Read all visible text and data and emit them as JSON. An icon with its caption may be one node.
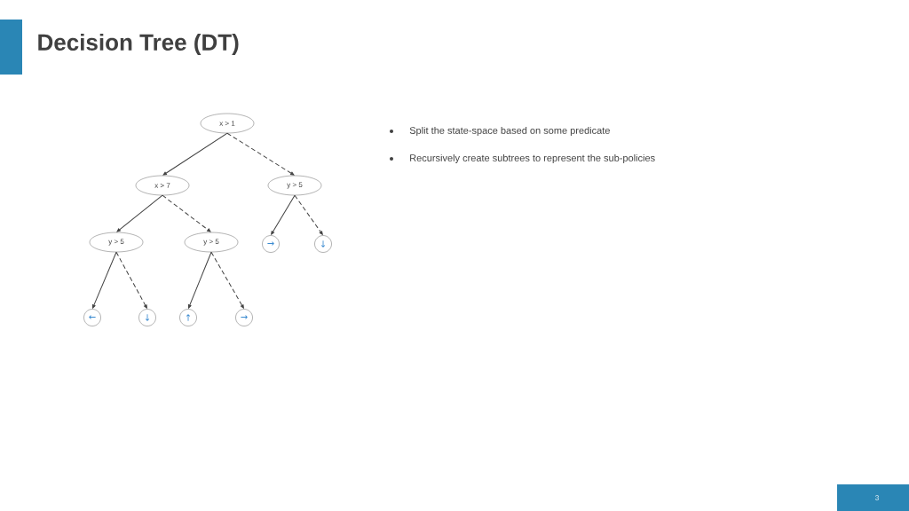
{
  "diagram": {
    "title": "Decision Tree (DT)",
    "nodes": [
      {
        "text": [
          "x > 1"
        ]
      },
      {
        "text": [
          "x > 7"
        ]
      },
      {
        "text": [
          "y > 5"
        ]
      },
      {
        "text": [
          "y > 5"
        ]
      },
      {
        "text": [
          "y > 5"
        ]
      },
      {
        "text": [
          "→"
        ]
      },
      {
        "text": [
          "↓"
        ]
      },
      {
        "text": [
          "←"
        ]
      },
      {
        "text": [
          "↓"
        ]
      },
      {
        "text": [
          "↑"
        ]
      },
      {
        "text": [
          "→"
        ]
      }
    ],
    "edges": [
      {
        "from": 0,
        "to": 1,
        "arrow": "to"
      },
      {
        "from": 0,
        "to": 2,
        "arrow": "to",
        "style": "dashed"
      },
      {
        "from": 1,
        "to": 3,
        "arrow": "to"
      },
      {
        "from": 1,
        "to": 4,
        "arrow": "to",
        "style": "dashed"
      },
      {
        "from": 2,
        "to": 5,
        "arrow": "to"
      },
      {
        "from": 2,
        "to": 6,
        "arrow": "to",
        "style": "dashed"
      },
      {
        "from": 3,
        "to": 7,
        "arrow": "to"
      },
      {
        "from": 3,
        "to": 8,
        "arrow": "to",
        "style": "dashed"
      },
      {
        "from": 4,
        "to": 9,
        "arrow": "to"
      },
      {
        "from": 4,
        "to": 10,
        "arrow": "to",
        "style": "dashed"
      }
    ],
    "labels": [
      "Split the state-space based on some predicate",
      "Recursively create subtrees to represent the sub-policies",
      "3"
    ]
  }
}
